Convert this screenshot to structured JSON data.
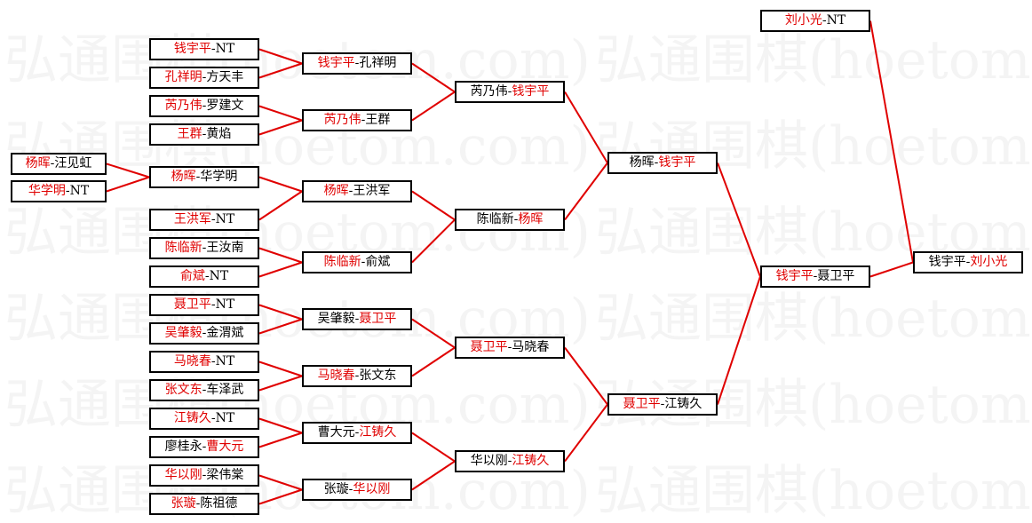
{
  "watermark": "弘通围棋(hoetom.com)",
  "colors": {
    "winner": "#e00000",
    "line": "#e00000",
    "border": "#000000",
    "text": "#000000"
  },
  "matches": {
    "r0a": {
      "p1": "杨晖",
      "p2": "汪见虹",
      "win": "p1"
    },
    "r0b": {
      "p1": "华学明",
      "p2": "NT",
      "win": "p1"
    },
    "r1a": {
      "p1": "钱宇平",
      "p2": "NT",
      "win": "p1"
    },
    "r1b": {
      "p1": "孔祥明",
      "p2": "方天丰",
      "win": "p1"
    },
    "r1c": {
      "p1": "芮乃伟",
      "p2": "罗建文",
      "win": "p1"
    },
    "r1d": {
      "p1": "王群",
      "p2": "黄焰",
      "win": "p1"
    },
    "r1e": {
      "p1": "杨晖",
      "p2": "华学明",
      "win": "p1"
    },
    "r1f": {
      "p1": "王洪军",
      "p2": "NT",
      "win": "p1"
    },
    "r1g": {
      "p1": "陈临新",
      "p2": "王汝南",
      "win": "p1"
    },
    "r1h": {
      "p1": "俞斌",
      "p2": "NT",
      "win": "p1"
    },
    "r1i": {
      "p1": "聂卫平",
      "p2": "NT",
      "win": "p1"
    },
    "r1j": {
      "p1": "吴肇毅",
      "p2": "金渭斌",
      "win": "p1"
    },
    "r1k": {
      "p1": "马晓春",
      "p2": "NT",
      "win": "p1"
    },
    "r1l": {
      "p1": "张文东",
      "p2": "车泽武",
      "win": "p1"
    },
    "r1m": {
      "p1": "江铸久",
      "p2": "NT",
      "win": "p1"
    },
    "r1n": {
      "p1": "廖桂永",
      "p2": "曹大元",
      "win": "p2"
    },
    "r1o": {
      "p1": "华以刚",
      "p2": "梁伟棠",
      "win": "p1"
    },
    "r1p": {
      "p1": "张璇",
      "p2": "陈祖德",
      "win": "p1"
    },
    "r2a": {
      "p1": "钱宇平",
      "p2": "孔祥明",
      "win": "p1"
    },
    "r2b": {
      "p1": "芮乃伟",
      "p2": "王群",
      "win": "p1"
    },
    "r2c": {
      "p1": "杨晖",
      "p2": "王洪军",
      "win": "p1"
    },
    "r2d": {
      "p1": "陈临新",
      "p2": "俞斌",
      "win": "p1"
    },
    "r2e": {
      "p1": "吴肇毅",
      "p2": "聂卫平",
      "win": "p2"
    },
    "r2f": {
      "p1": "马晓春",
      "p2": "张文东",
      "win": "p1"
    },
    "r2g": {
      "p1": "曹大元",
      "p2": "江铸久",
      "win": "p2"
    },
    "r2h": {
      "p1": "张璇",
      "p2": "华以刚",
      "win": "p2"
    },
    "r3a": {
      "p1": "芮乃伟",
      "p2": "钱宇平",
      "win": "p2"
    },
    "r3b": {
      "p1": "陈临新",
      "p2": "杨晖",
      "win": "p2"
    },
    "r3c": {
      "p1": "聂卫平",
      "p2": "马晓春",
      "win": "p1"
    },
    "r3d": {
      "p1": "华以刚",
      "p2": "江铸久",
      "win": "p2"
    },
    "r4a": {
      "p1": "杨晖",
      "p2": "钱宇平",
      "win": "p2"
    },
    "r4b": {
      "p1": "聂卫平",
      "p2": "江铸久",
      "win": "p1"
    },
    "r5a": {
      "p1": "钱宇平",
      "p2": "聂卫平",
      "win": "p1"
    },
    "r6a": {
      "p1": "刘小光",
      "p2": "NT",
      "win": "p1"
    },
    "final": {
      "p1": "钱宇平",
      "p2": "刘小光",
      "win": "p2"
    }
  }
}
